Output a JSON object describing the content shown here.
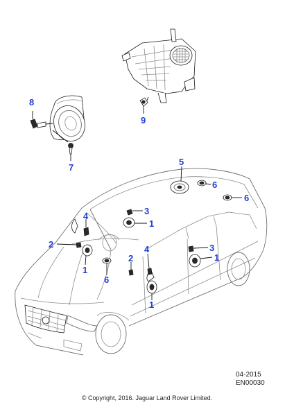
{
  "callouts": {
    "c1a": "1",
    "c1b": "1",
    "c1c": "1",
    "c1d": "1",
    "c2a": "2",
    "c2b": "2",
    "c3a": "3",
    "c3b": "3",
    "c4a": "4",
    "c4b": "4",
    "c5": "5",
    "c6a": "6",
    "c6b": "6",
    "c6c": "6",
    "c7": "7",
    "c8": "8",
    "c9": "9"
  },
  "footer": {
    "date": "04-2015",
    "code": "EN00030",
    "copyright": "© Copyright, 2016. Jaguar Land Rover Limited."
  },
  "colors": {
    "callout": "#1f3fd6",
    "line": "#1a1a1a",
    "body": "#8c8c8c"
  }
}
